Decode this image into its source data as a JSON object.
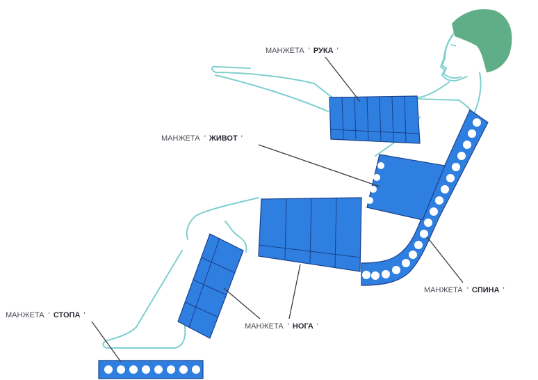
{
  "colors": {
    "cuff_fill": "#2f7fe0",
    "cuff_stroke": "#1a3f8c",
    "skin_outline": "#7fcfcf",
    "hair": "#5fae88",
    "label_text": "#4a4a55",
    "leader_line": "#3a3a44"
  },
  "labels": {
    "prefix": "МАНЖЕТА",
    "arm": "РУКА",
    "abdomen": "ЖИВОТ",
    "back": "СПИНА",
    "leg": "НОГА",
    "foot": "СТОПА",
    "open_quote": "'",
    "close_quote": "'"
  }
}
